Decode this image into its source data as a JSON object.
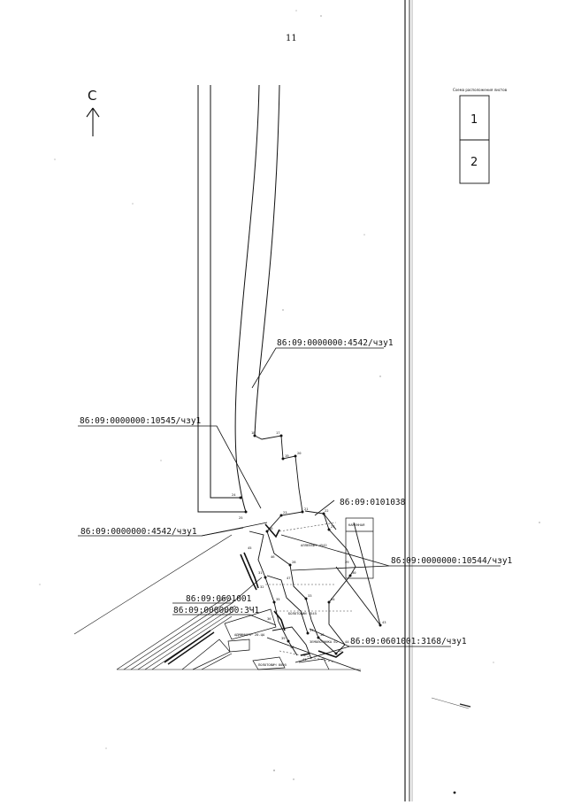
{
  "page_number": "11",
  "north_letter": "С",
  "index_map": {
    "title": "Схема расположения листов",
    "sheets": [
      "1",
      "2"
    ]
  },
  "parcels": {
    "p1": "86:09:0000000:4542/чзу1",
    "p2": "86:09:0000000:10545/чзу1",
    "p3": "86:09:0101038",
    "p4": "86:09:0000000:4542/чзу1",
    "p5": "86:09:0000000:10544/чзу1",
    "p6": "86:09:0601001",
    "p7": "86:09:0000000:3Ч1",
    "p8": "86:09:0601001:3168/чзу1"
  },
  "small_labels": [
    "КАМЕННАЯ",
    "АЛЛЕЕВИЧ 4542",
    "БОЛОТОВИЙ 4545",
    "АДМИНИСТР 20-ЦА",
    "ПОЛОТОВИЧ 8005",
    "ЗЕМОЛОТНИКА 62"
  ],
  "point_numbers": [
    "17",
    "18",
    "19",
    "20",
    "21",
    "22",
    "23",
    "24",
    "25",
    "26",
    "27",
    "28",
    "29",
    "30",
    "31",
    "32",
    "33",
    "34",
    "35",
    "36",
    "37",
    "38",
    "39",
    "40",
    "41",
    "42",
    "43",
    "44",
    "45",
    "46",
    "47"
  ]
}
